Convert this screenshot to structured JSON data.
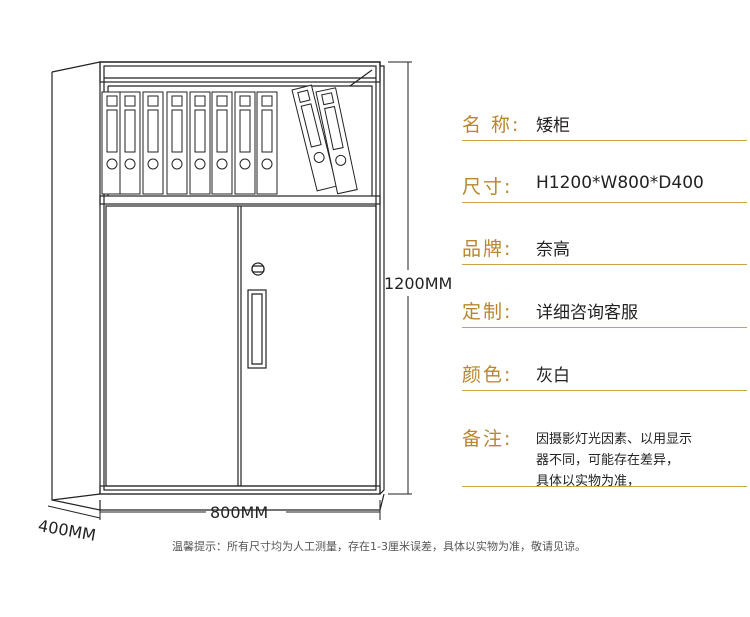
{
  "dimensions": {
    "height": "1200MM",
    "width": "800MM",
    "depth": "400MM"
  },
  "specs": [
    {
      "label": "名 称:",
      "value": "矮柜"
    },
    {
      "label": "尺寸:",
      "value": "H1200*W800*D400"
    },
    {
      "label": "品牌:",
      "value": "奈高"
    },
    {
      "label": "定制:",
      "value": "详细咨询客服"
    },
    {
      "label": "颜色:",
      "value": "灰白"
    }
  ],
  "note": {
    "label": "备注:",
    "lines": [
      "因摄影灯光因素、以用显示",
      "器不同，可能存在差异，",
      "具体以实物为准，"
    ]
  },
  "footnote": "温馨提示：所有尺寸均为人工测量，存在1-3厘米误差，具体以实物为准，敬请见谅。",
  "colors": {
    "accent": "#b8862e",
    "accent_line": "#c9a24a",
    "text": "#222222"
  }
}
